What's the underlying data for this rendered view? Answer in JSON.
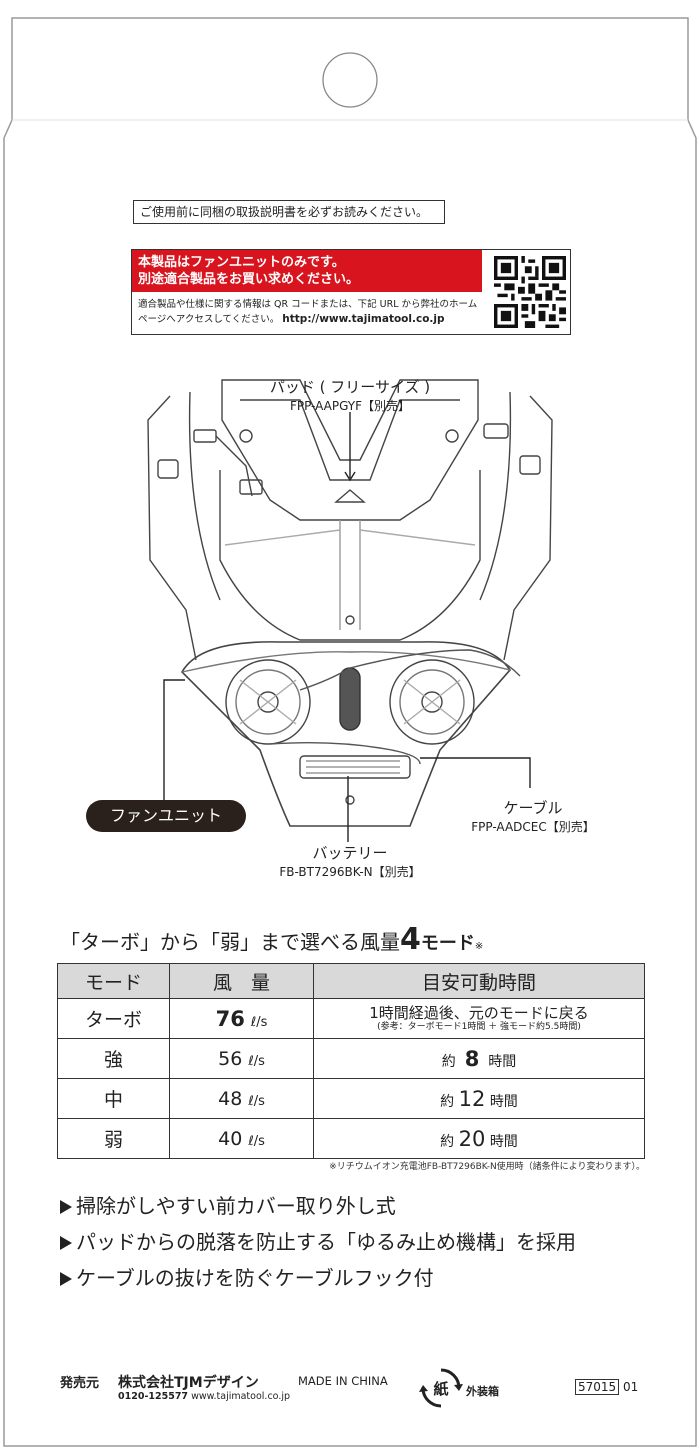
{
  "notice": "ご使用前に同梱の取扱説明書を必ずお読みください。",
  "info": {
    "alert_line1": "本製品はファンユニットのみです。",
    "alert_line2": "別途適合製品をお買い求めください。",
    "text_line1": "適合製品や仕様に関する情報は QR コードまたは、下記 URL から弊社のホーム",
    "text_line2_prefix": "ページへアクセスしてください。",
    "url": "http://www.tajimatool.co.jp"
  },
  "diagram": {
    "pad_name": "パッド ( フリーサイズ )",
    "pad_model": "FPP-AAPGYF【別売】",
    "fan_unit": "ファンユニット",
    "cable_name": "ケーブル",
    "cable_model": "FPP-AADCEC【別売】",
    "battery_name": "バッテリー",
    "battery_model": "FB-BT7296BK-N【別売】"
  },
  "modes": {
    "heading_prefix": "「ターボ」から「弱」まで選べる風量",
    "heading_number": "4",
    "heading_mode": "モード",
    "heading_note": "※",
    "headers": [
      "モード",
      "風　量",
      "目安可動時間"
    ],
    "unit": "ℓ/s",
    "rows": [
      {
        "mode": "ターボ",
        "flow": "76",
        "time": "1時間経過後、元のモードに戻る",
        "time_sub": "(参考：ターボモード1時間 ＋ 強モード約5.5時間)"
      },
      {
        "mode": "強",
        "flow": "56",
        "time_pre": "約",
        "time_num": "8",
        "time_post": "時間"
      },
      {
        "mode": "中",
        "flow": "48",
        "time_pre": "約",
        "time_num": "12",
        "time_post": "時間"
      },
      {
        "mode": "弱",
        "flow": "40",
        "time_pre": "約",
        "time_num": "20",
        "time_post": "時間"
      }
    ],
    "note": "※リチウムイオン充電池FB-BT7296BK-N使用時（諸条件により変わります）。"
  },
  "features": [
    "掃除がしやすい前カバー取り外し式",
    "パッドからの脱落を防止する「ゆるみ止め機構」を採用",
    "ケーブルの抜けを防ぐケーブルフック付"
  ],
  "footer": {
    "seller_label": "発売元",
    "seller_name": "株式会社TJMデザイン",
    "made_in": "MADE IN CHINA",
    "tel": "0120-125577",
    "web": "www.tajimatool.co.jp",
    "recycle_mark": "紙",
    "package_label": "外装箱",
    "code": "57015",
    "code_suffix": "01"
  }
}
